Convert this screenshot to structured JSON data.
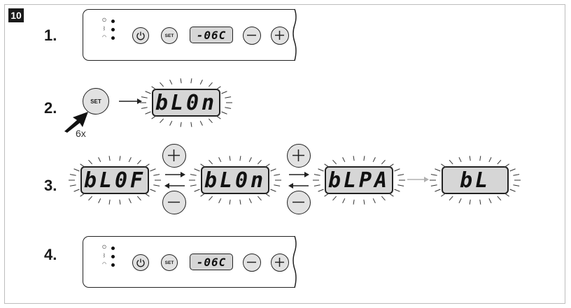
{
  "figure": {
    "number": "10"
  },
  "steps": [
    "1.",
    "2.",
    "3.",
    "4."
  ],
  "panel": {
    "set_label": "SET",
    "display": "-06C"
  },
  "step2": {
    "set_label": "SET",
    "display": "bL0n",
    "press_count": "6x"
  },
  "step3": {
    "displays": [
      "bL0F",
      "bL0n",
      "bLPA",
      "bL"
    ]
  },
  "colors": {
    "lcd": "#d6d6d6",
    "button": "#e2e2e2",
    "ink": "#1a1a1a",
    "arrow_faded": "#b0b0b0"
  },
  "icons": [
    "power-icon",
    "bluetooth-icon",
    "wifi-icon",
    "plus-icon",
    "minus-icon",
    "hand-press-arrow-icon"
  ]
}
